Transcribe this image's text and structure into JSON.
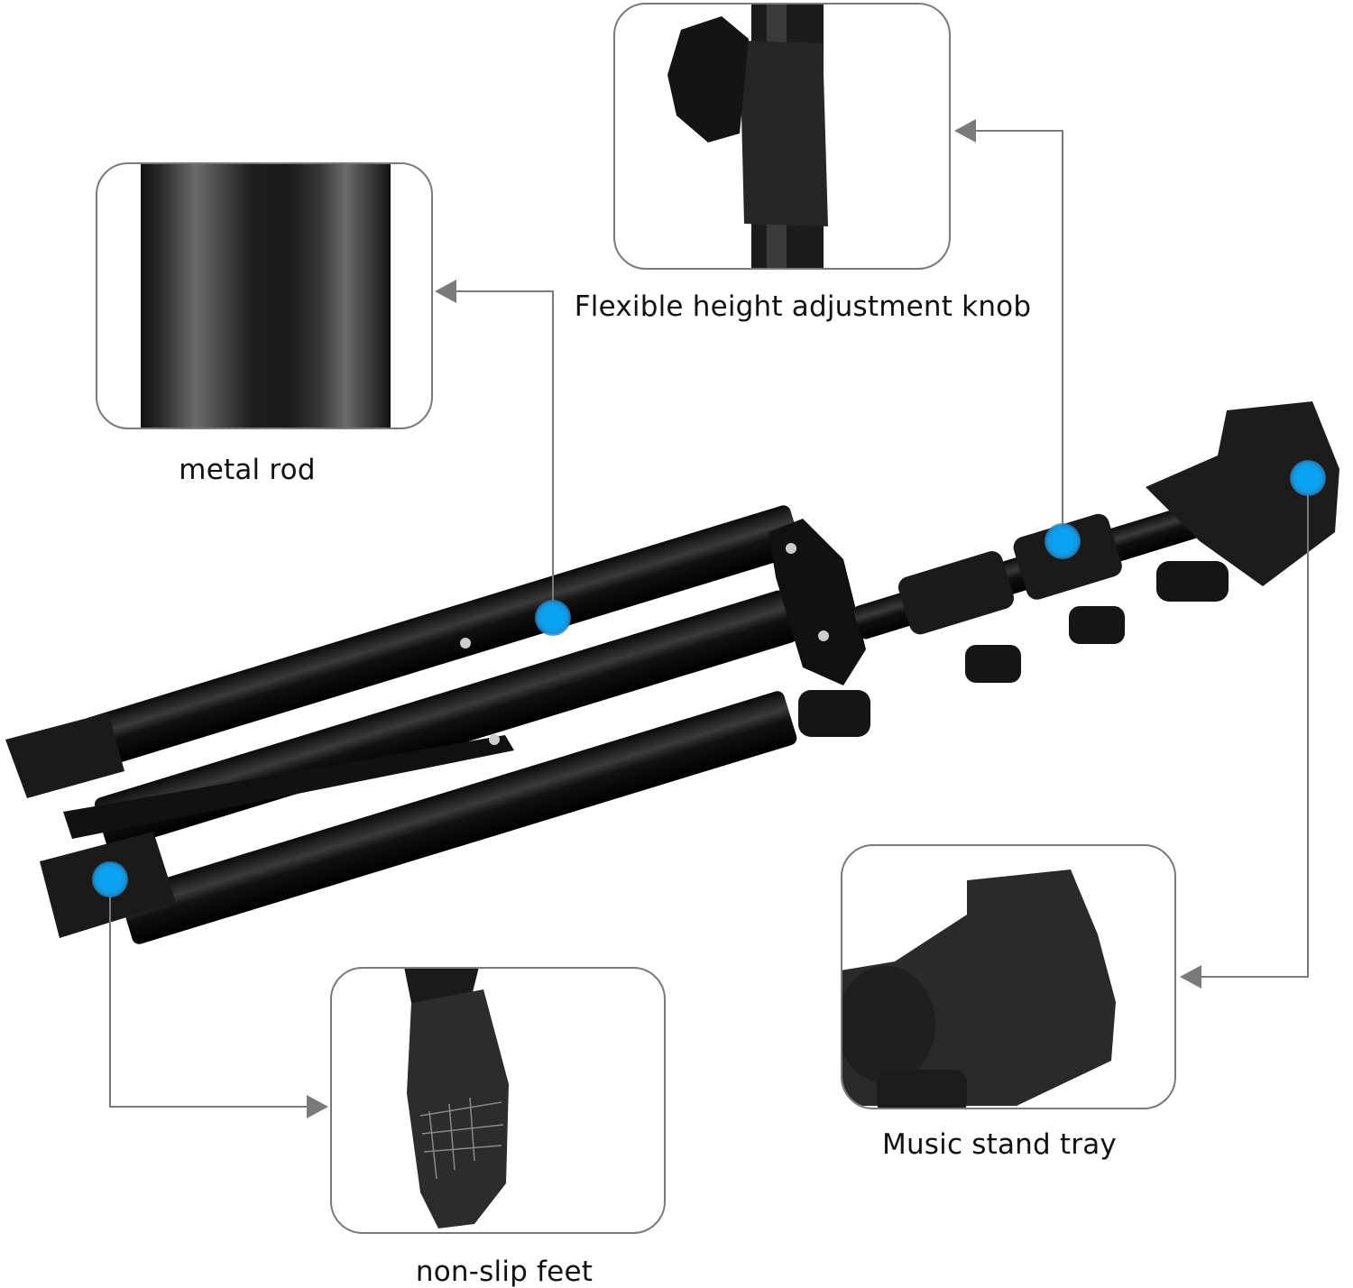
{
  "diagram": {
    "subject": "Folding music stand",
    "accent_dot_color": "#0aa3f3",
    "connector_color": "#7a7a7a",
    "callouts": [
      {
        "id": "metal-rod",
        "label": "metal rod"
      },
      {
        "id": "height-knob",
        "label": "Flexible height adjustment knob"
      },
      {
        "id": "tray",
        "label": "Music stand tray"
      },
      {
        "id": "feet",
        "label": "non-slip feet"
      }
    ]
  }
}
